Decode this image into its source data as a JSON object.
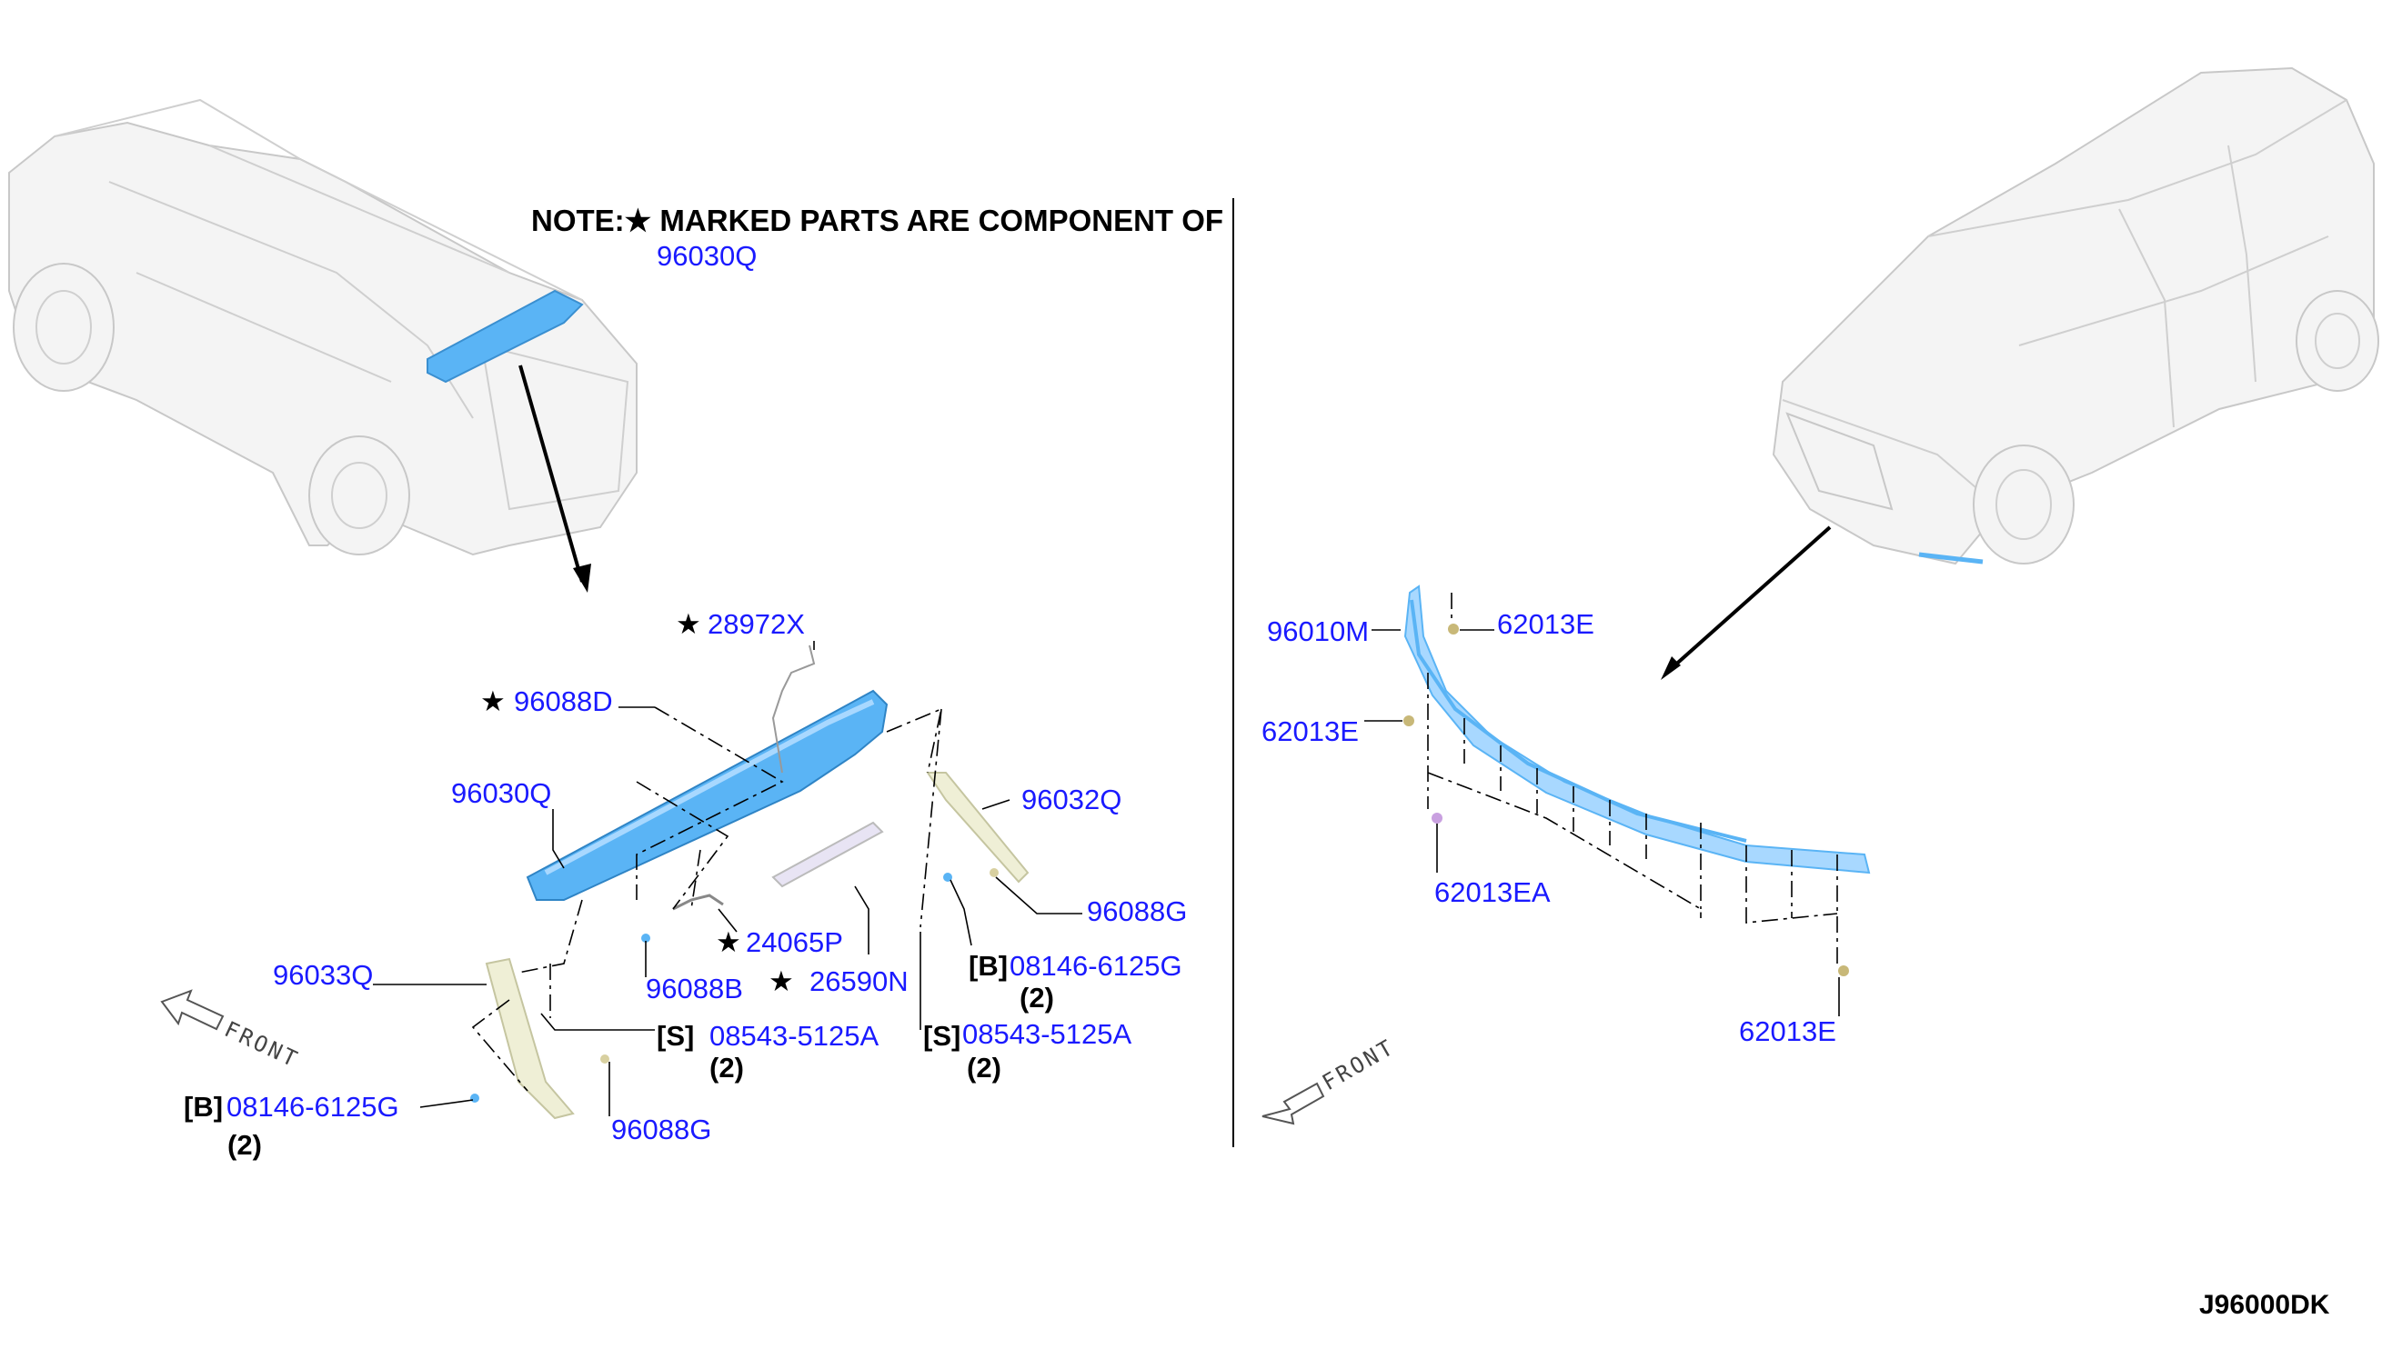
{
  "note": {
    "star": "★",
    "text": "NOTE:★ MARKED PARTS ARE COMPONENT OF",
    "ref": "96030Q"
  },
  "labels": {
    "p28972x": "28972X",
    "p96088d": "96088D",
    "p96030q": "96030Q",
    "p96032q": "96032Q",
    "p96088g_r": "96088G",
    "p24065p": "24065P",
    "p26590n": "26590N",
    "p96033q": "96033Q",
    "p96088b": "96088B",
    "p08146_r": "08146-6125G",
    "p08146_l": "08146-6125G",
    "p08543_l": "08543-5125A",
    "p08543_r": "08543-5125A",
    "p96088g_l": "96088G",
    "p96010m": "96010M",
    "p62013e_a": "62013E",
    "p62013e_b": "62013E",
    "p62013ea": "62013EA",
    "p62013e_c": "62013E"
  },
  "brackets": {
    "b": "[B]",
    "s": "[S]"
  },
  "quantities": {
    "two": "(2)"
  },
  "front_label": "FRONT",
  "diagram_code": "J96000DK",
  "colors": {
    "part_number": "#1a1aff",
    "part_fill": "#5ab4f5",
    "part_fill_light": "#a8d8ff"
  }
}
